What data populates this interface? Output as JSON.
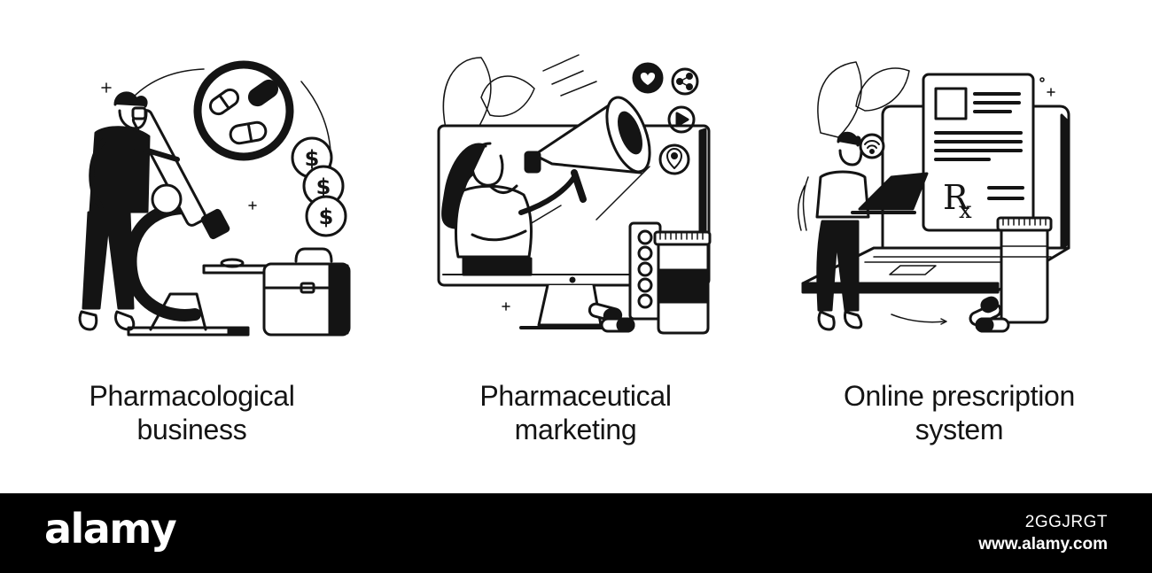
{
  "panels": [
    {
      "line1": "Pharmacological",
      "line2": "business"
    },
    {
      "line1": "Pharmaceutical",
      "line2": "marketing"
    },
    {
      "line1": "Online prescription",
      "line2": "system"
    }
  ],
  "footer": {
    "brand": "alamy",
    "image_id": "2GGJRGT",
    "site": "www.alamy.com"
  },
  "icons": {
    "panel1": [
      "scientist-figure",
      "microscope-icon",
      "capsules-circle-icon",
      "dollar-coins-icon",
      "briefcase-icon"
    ],
    "panel2": [
      "monitor-icon",
      "woman-figure",
      "megaphone-icon",
      "heart-icon",
      "share-icon",
      "play-icon",
      "location-pin-icon",
      "pill-blister-icon",
      "medicine-jar-icon"
    ],
    "panel3": [
      "laptop-icon",
      "prescription-document-icon",
      "rx-symbol",
      "wifi-icon",
      "person-with-laptop-figure",
      "medicine-jar-icon",
      "capsules-icon"
    ]
  },
  "colors": {
    "ink": "#141414",
    "background": "#ffffff",
    "footer": "#000000"
  }
}
